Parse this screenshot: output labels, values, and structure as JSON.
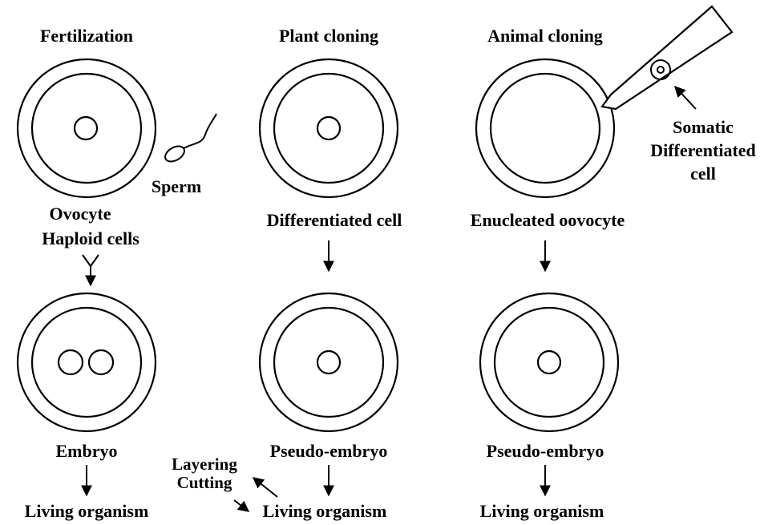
{
  "columns": {
    "fertilization": {
      "title": "Fertilization",
      "sperm_label": "Sperm",
      "ovocyte_label": "Ovocyte",
      "haploid_label": "Haploid cells",
      "embryo_label": "Embryo",
      "outcome_label": "Living organism"
    },
    "plant_cloning": {
      "title": "Plant cloning",
      "cell_label": "Differentiated cell",
      "embryo_label": "Pseudo-embryo",
      "method_label_1": "Layering",
      "method_label_2": "Cutting",
      "outcome_label": "Living organism"
    },
    "animal_cloning": {
      "title": "Animal cloning",
      "somatic_label_1": "Somatic",
      "somatic_label_2": "Differentiated",
      "somatic_label_3": "cell",
      "oocyte_label": "Enucleated oovocyte",
      "embryo_label": "Pseudo-embryo",
      "outcome_label": "Living organism"
    }
  },
  "colors": {
    "ink": "#000000",
    "background": "#ffffff"
  }
}
